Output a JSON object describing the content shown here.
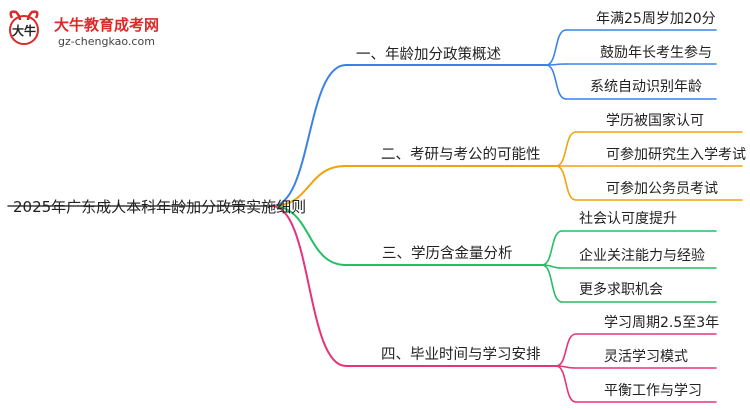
{
  "logo": {
    "site_name": "大牛教育成考网",
    "site_url": "gz-chengkao.com",
    "mark_text": "大牛"
  },
  "root": {
    "label": "2025年广东成人本科年龄加分政策实施细则"
  },
  "branches": [
    {
      "label": "一、年龄加分政策概述",
      "color": "#3b82e6",
      "leaves": [
        "年满25周岁加20分",
        "鼓励年长考生参与",
        "系统自动识别年龄"
      ]
    },
    {
      "label": "二、考研与考公的可能性",
      "color": "#f0a30a",
      "leaves": [
        "学历被国家认可",
        "可参加研究生入学考试",
        "可参加公务员考试"
      ]
    },
    {
      "label": "三、学历含金量分析",
      "color": "#22c063",
      "leaves": [
        "社会认可度提升",
        "企业关注能力与经验",
        "更多求职机会"
      ]
    },
    {
      "label": "四、毕业时间与学习安排",
      "color": "#e8337a",
      "leaves": [
        "学习周期2.5至3年",
        "灵活学习模式",
        "平衡工作与学习"
      ]
    }
  ]
}
